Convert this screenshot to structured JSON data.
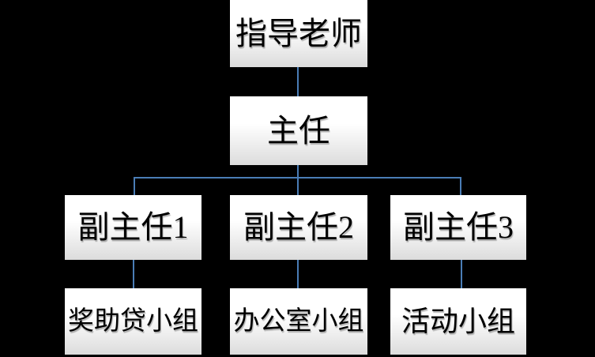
{
  "style": {
    "background": "#000000",
    "connector_color": "#4A7DB6",
    "node_fill_top": "#FFFFFF",
    "node_fill_bottom": "#DCDCDC",
    "text_color": "#000000"
  },
  "org_chart": {
    "nodes": {
      "advisor": "指导老师",
      "director": "主任",
      "deputy1": "副主任1",
      "deputy2": "副主任2",
      "deputy3": "副主任3",
      "team1": "奖助贷小组",
      "team2": "办公室小组",
      "team3": "活动小组"
    },
    "connections": [
      {
        "from": "指导老师",
        "to": "主任"
      },
      {
        "from": "主任",
        "to": "副主任1"
      },
      {
        "from": "主任",
        "to": "副主任2"
      },
      {
        "from": "主任",
        "to": "副主任3"
      },
      {
        "from": "副主任1",
        "to": "奖助贷小组"
      },
      {
        "from": "副主任2",
        "to": "办公室小组"
      },
      {
        "from": "副主任3",
        "to": "活动小组"
      }
    ]
  }
}
